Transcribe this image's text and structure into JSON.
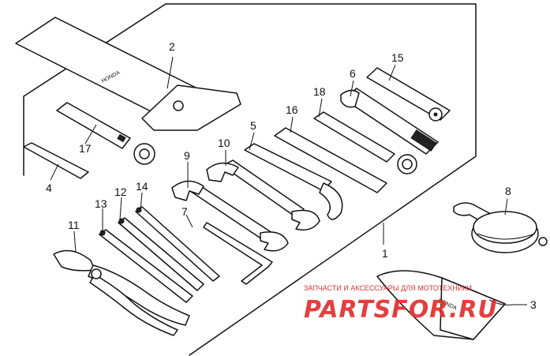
{
  "part_labels": {
    "p1": "1",
    "p2": "2",
    "p3": "3",
    "p4": "4",
    "p5": "5",
    "p6": "6",
    "p7": "7",
    "p8": "8",
    "p9": "9",
    "p10": "10",
    "p11": "11",
    "p12": "12",
    "p13": "13",
    "p14": "14",
    "p15": "15",
    "p16": "16",
    "p17": "17",
    "p18": "18"
  },
  "watermark": {
    "caption": "ЗАПЧАСТИ И АКСЕССУАРЫ ДЛЯ МОТОТЕХНИКИ",
    "logo": "PARTSFOR.RU",
    "color": "#e22b2b"
  }
}
